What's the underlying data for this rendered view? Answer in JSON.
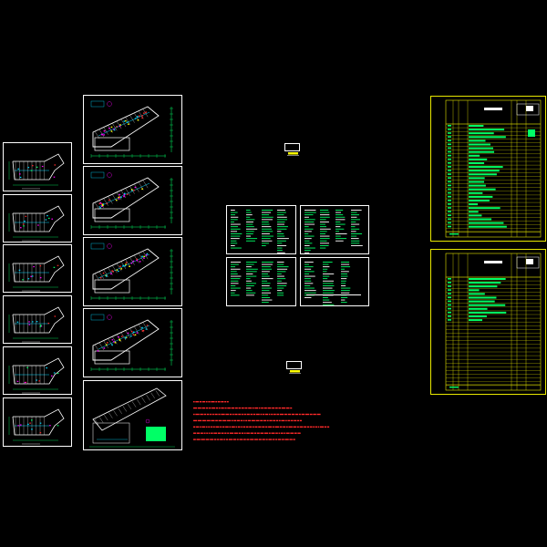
{
  "colors": {
    "background": "#000000",
    "sheet_border": "#ffffff",
    "table_border": "#e8e800",
    "wall": "#ffffff",
    "dimension": "#00ff66",
    "accent_cyan": "#00d8ff",
    "accent_magenta": "#ff00ff",
    "accent_red": "#ff2a2a",
    "accent_yellow": "#ffff00"
  },
  "drawing_sheets": {
    "left_column_count": 6,
    "middle_column_count": 5,
    "detail_sheet_count": 4,
    "index_table_count": 2
  },
  "notes": {
    "lines": [
      "",
      "",
      "",
      "",
      "",
      "",
      ""
    ]
  }
}
